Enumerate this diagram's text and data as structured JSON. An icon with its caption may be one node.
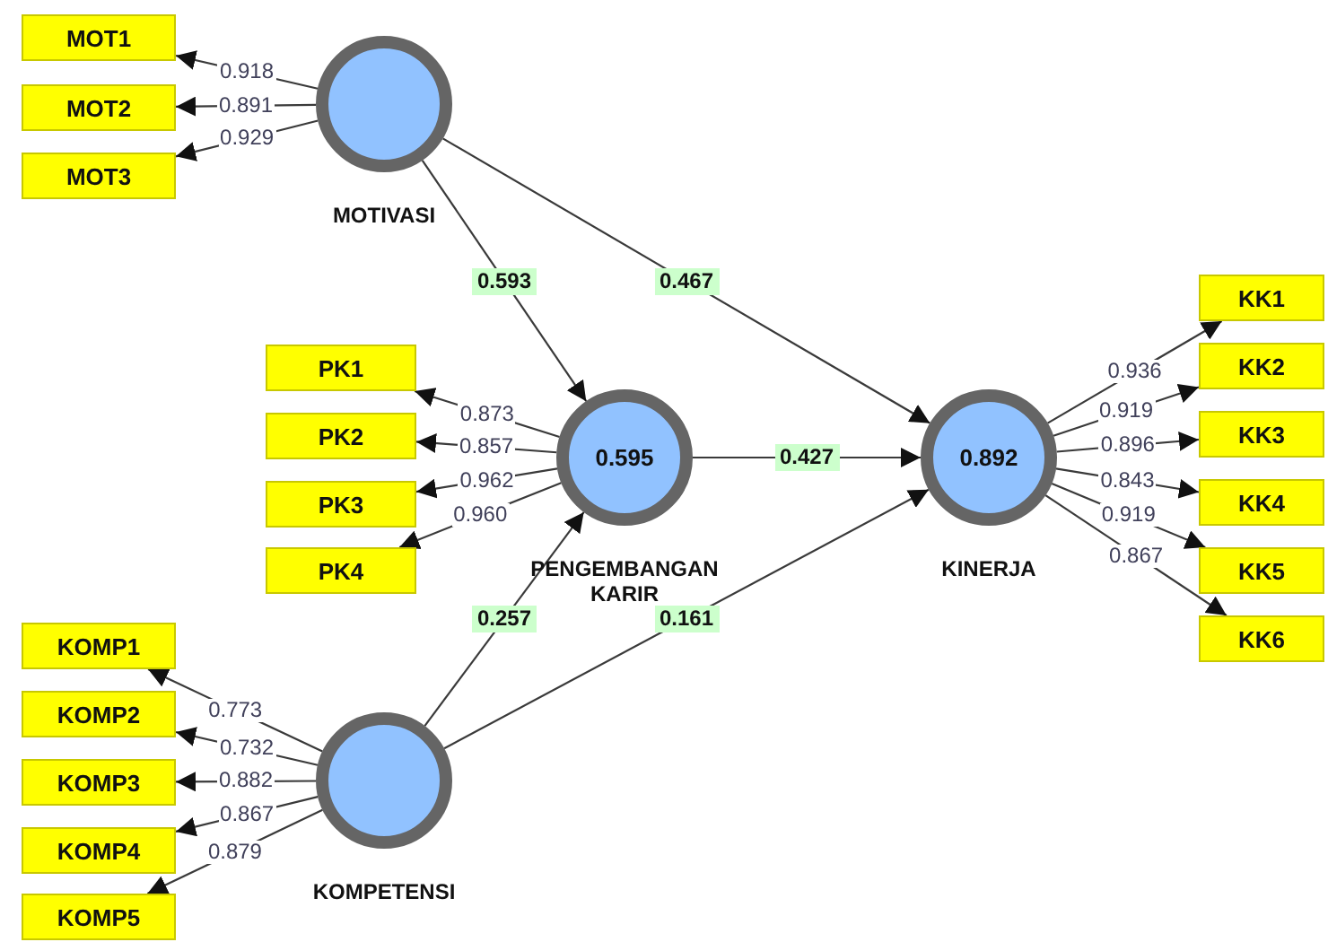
{
  "diagram": {
    "nodes": [
      {
        "text": [
          "MOT1"
        ]
      },
      {
        "text": [
          "MOT2"
        ]
      },
      {
        "text": [
          "MOT3"
        ]
      },
      {
        "text": [
          "MOTIVASI"
        ]
      },
      {
        "text": [
          "PK1"
        ]
      },
      {
        "text": [
          "PK2"
        ]
      },
      {
        "text": [
          "PK3"
        ]
      },
      {
        "text": [
          "PK4"
        ]
      },
      {
        "text": [
          "0.595",
          "PENGEMBANGAN KARIR"
        ]
      },
      {
        "text": [
          "0.892",
          "KINERJA"
        ]
      },
      {
        "text": [
          "KK1"
        ]
      },
      {
        "text": [
          "KK2"
        ]
      },
      {
        "text": [
          "KK3"
        ]
      },
      {
        "text": [
          "KK4"
        ]
      },
      {
        "text": [
          "KK5"
        ]
      },
      {
        "text": [
          "KK6"
        ]
      },
      {
        "text": [
          "KOMP1"
        ]
      },
      {
        "text": [
          "KOMP2"
        ]
      },
      {
        "text": [
          "KOMP3"
        ]
      },
      {
        "text": [
          "KOMP4"
        ]
      },
      {
        "text": [
          "KOMP5"
        ]
      },
      {
        "text": [
          "KOMPETENSI"
        ]
      }
    ],
    "edges": [
      {
        "from": 3,
        "to": 0,
        "arrow": "to",
        "label": "0.918"
      },
      {
        "from": 3,
        "to": 1,
        "arrow": "to",
        "label": "0.891"
      },
      {
        "from": 3,
        "to": 2,
        "arrow": "to",
        "label": "0.929"
      },
      {
        "from": 3,
        "to": 8,
        "arrow": "to",
        "label": "0.593"
      },
      {
        "from": 3,
        "to": 9,
        "arrow": "to",
        "label": "0.467"
      },
      {
        "from": 8,
        "to": 4,
        "arrow": "to",
        "label": "0.873"
      },
      {
        "from": 8,
        "to": 5,
        "arrow": "to",
        "label": "0.857"
      },
      {
        "from": 8,
        "to": 6,
        "arrow": "to",
        "label": "0.962"
      },
      {
        "from": 8,
        "to": 7,
        "arrow": "to",
        "label": "0.960"
      },
      {
        "from": 8,
        "to": 9,
        "arrow": "to",
        "label": "0.427"
      },
      {
        "from": 9,
        "to": 10,
        "arrow": "to",
        "label": "0.936"
      },
      {
        "from": 9,
        "to": 11,
        "arrow": "to",
        "label": "0.919"
      },
      {
        "from": 9,
        "to": 12,
        "arrow": "to",
        "label": "0.896"
      },
      {
        "from": 9,
        "to": 13,
        "arrow": "to",
        "label": "0.843"
      },
      {
        "from": 9,
        "to": 14,
        "arrow": "to",
        "label": "0.919"
      },
      {
        "from": 9,
        "to": 15,
        "arrow": "to",
        "label": "0.867"
      },
      {
        "from": 21,
        "to": 16,
        "arrow": "to",
        "label": "0.773"
      },
      {
        "from": 21,
        "to": 17,
        "arrow": "to",
        "label": "0.732"
      },
      {
        "from": 21,
        "to": 18,
        "arrow": "to",
        "label": "0.882"
      },
      {
        "from": 21,
        "to": 19,
        "arrow": "to",
        "label": "0.867"
      },
      {
        "from": 21,
        "to": 20,
        "arrow": "to",
        "label": "0.879"
      },
      {
        "from": 21,
        "to": 8,
        "arrow": "to",
        "label": "0.257"
      },
      {
        "from": 21,
        "to": 9,
        "arrow": "to",
        "label": "0.161"
      }
    ]
  }
}
